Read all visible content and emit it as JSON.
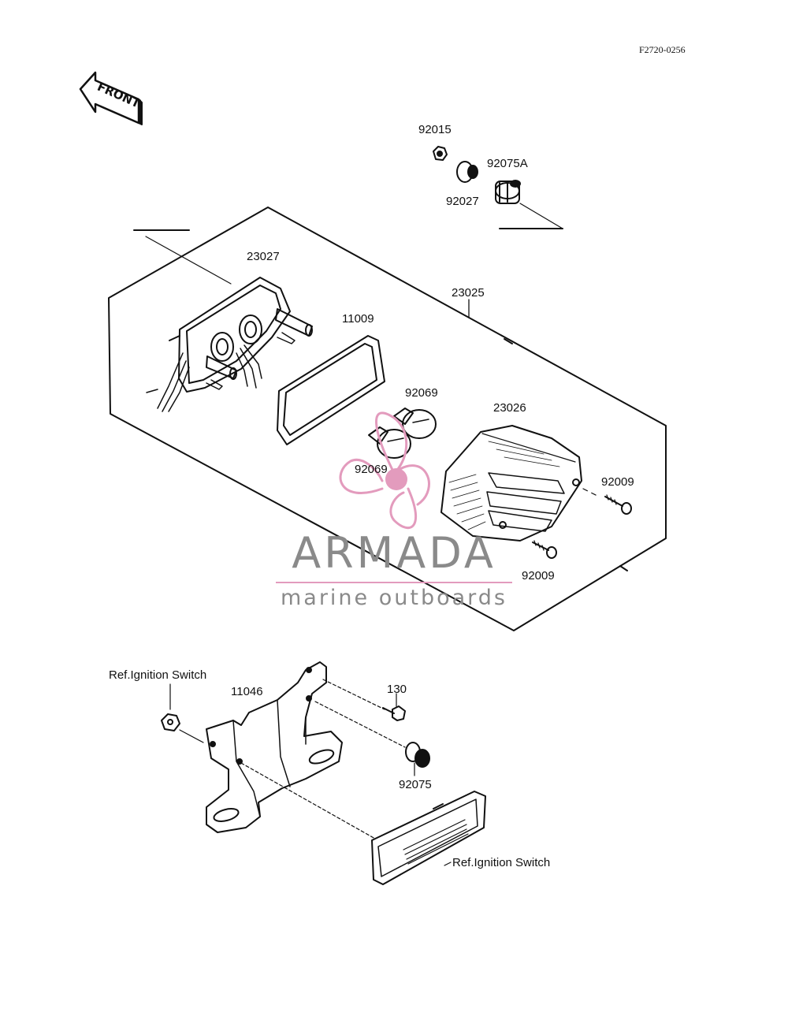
{
  "document": {
    "code": "F2720-0256"
  },
  "front_arrow": {
    "label": "FRONT"
  },
  "watermark": {
    "title": "ARMADA",
    "subtitle": "marine outboards",
    "accent_color": "#e39bbd",
    "text_color": "#8a8a8a"
  },
  "labels": {
    "p92015": "92015",
    "p92075A": "92075A",
    "p92027": "92027",
    "p23027": "23027",
    "p23025": "23025",
    "p11009": "11009",
    "p92069_top": "92069",
    "p92069_bottom": "92069",
    "p23026": "23026",
    "p92009_right": "92009",
    "p92009_bottom": "92009",
    "ref_ignition_left": "Ref.Ignition Switch",
    "p11046": "11046",
    "p130": "130",
    "p92075": "92075",
    "ref_ignition_bottom": "Ref.Ignition Switch"
  }
}
